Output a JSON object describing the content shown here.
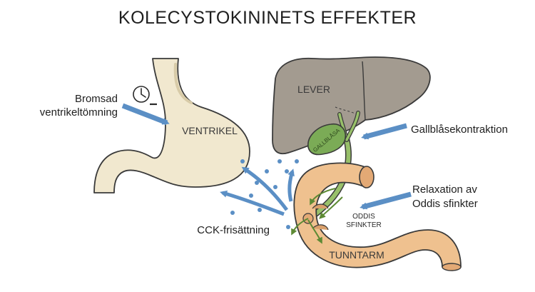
{
  "title": "KOLECYSTOKININETS EFFEKTER",
  "organs": {
    "stomach": "VENTRIKEL",
    "liver": "LEVER",
    "gallbladder": "GALLBLÅSA",
    "intestine": "TUNNTARM",
    "sphincter_line1": "ODDIS",
    "sphincter_line2": "SFINKTER"
  },
  "effects": {
    "gastric_line1": "Bromsad",
    "gastric_line2": "ventrikeltömning",
    "gallbladder": "Gallblåsekontraktion",
    "oddi_line1": "Relaxation av",
    "oddi_line2": "Oddis sfinkter",
    "release": "CCK-frisättning"
  },
  "icons": {
    "clock": "clock-icon",
    "arrow": "blue-arrow-icon"
  },
  "colors": {
    "stomach": "#f1e8cf",
    "liver": "#a39b90",
    "gallbladder": "#7bab56",
    "bile_duct": "#98c06a",
    "intestine": "#efc18f",
    "arrow": "#5b8fc5",
    "outline": "#3a3a3a"
  }
}
